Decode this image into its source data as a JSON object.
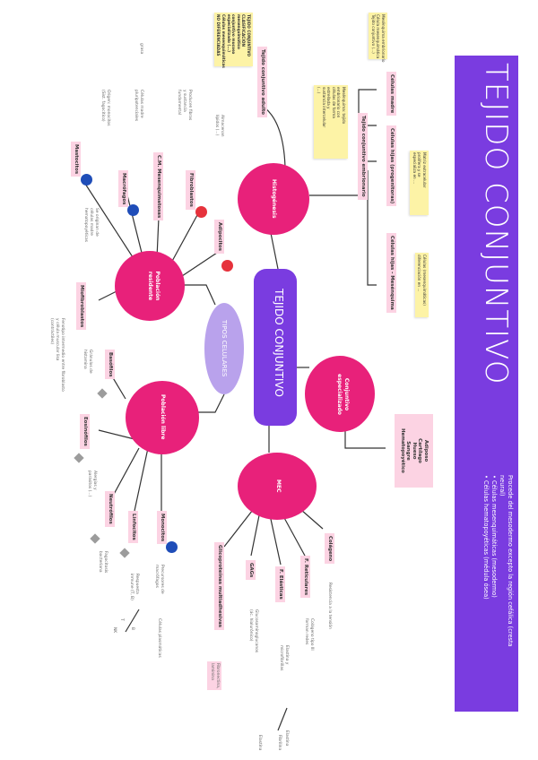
{
  "title": "TEJIDO CONJUNTIVO",
  "center": "TEJIDO CONJUNTIVO",
  "types_label": "TIPOS CELULARES",
  "colors": {
    "accent": "#7a3ce0",
    "node": "#e8217a",
    "label_bg": "#fcd3e3",
    "note_bg": "#fdf3a6"
  },
  "origin": {
    "line1": "Procede del mesodermo excepto la región cefálica (cresta",
    "line2": "neural)",
    "b1": "• Células mesenquimáticas (mesodermo)",
    "b2": "• Células hematopoyéticas (médula ósea)"
  },
  "histogenesis": {
    "node": "Histogénesis",
    "tejido_adulto": "Tejido conjuntivo adulto",
    "tej_embrionario": "Tejido conjuntivo embrionario",
    "celulas_madre": "Células madre",
    "celulas_hijas": "Células hijas (progenitoras)",
    "celulas_hijas_2": "Células hijas - Mesénquima",
    "yn_embrionario": [
      "Mesénquima: tejido",
      "embrionario con",
      "células de forma",
      "estrellada y",
      "sustancia intercelular",
      "(...)"
    ],
    "yn_madre": [
      "Mesénquima embrionario",
      "Célula mesenquimática",
      "Tejido conjuntivo (...)"
    ],
    "yn_hijas": [
      "Matriz extracelular",
      "prolifera y se",
      "especializa en ..."
    ],
    "yn_hijas2": [
      "Células (mesenquimáticas)",
      "diferenciación en ..."
    ],
    "yn_left": [
      "TEJIDO CONJUNTIVO",
      "CLASIFICACIÓN",
      "mesenquimático",
      "conjuntivo mucoso",
      "especializado (...)",
      "Células mesenquimáticas",
      "NO DIFERENCIADAS"
    ]
  },
  "residente": {
    "node": "Población residente",
    "mastocitos": "Mastocitos",
    "mastocitos_note": [
      "Se originan de",
      "células madre",
      "hematopoyéticas"
    ],
    "macrofagos": "Macrófagos",
    "macrofagos_note": [
      "Origen: monocitos",
      "(Sist. fagocítico)"
    ],
    "cm_mesenquimatosas": "C.M. Mesenquimatosas",
    "cm_note": [
      "Células madre",
      "pluripotenciales"
    ],
    "fibroblastos": "Fibroblastos",
    "fibro_note": [
      "Producen fibras",
      "y sustancia",
      "fundamental"
    ],
    "adipocitos": "Adipocitos",
    "adipo_note": [
      "Almacenan",
      "lípidos (...)"
    ],
    "miofibroblastos": "Miofibroblastos",
    "miofibro_note": [
      "Fenotipo intermedio entre fibroblasto",
      "y célula muscular lisa",
      "(contráctiles)"
    ],
    "top_note": "grasa"
  },
  "libre": {
    "node": "Población libre",
    "basofilos": "Basófilos",
    "basofilos_note": [
      "Gránulos de",
      "histamina"
    ],
    "eosinofilos": "Eosinófilos",
    "eos_note": [
      "Alergias y",
      "parásitos (...)"
    ],
    "neutrofilos": "Neutrófilos",
    "neu_note": [
      "Fagocitosis",
      "bacteriana"
    ],
    "linfocitos": "Linfocitos",
    "linfo_note": [
      "Respuesta",
      "inmune (T, B)"
    ],
    "monocitos": "Monocitos",
    "mono_note": [
      "Precursores de",
      "macrófagos"
    ],
    "sub1": "T",
    "sub2": "B",
    "sub3": "NK",
    "sub4": "Células plasmáticas"
  },
  "mec": {
    "node": "MEC",
    "colageno": "Colágeno",
    "colageno_note": [
      "Resistencia a la tensión"
    ],
    "reticulares": "F. Reticulares",
    "reticulares_note": [
      "Colágeno tipo III",
      "forman redes"
    ],
    "elasticas": "F. Elásticas",
    "elasticas_note": [
      "Elastina y",
      "microfibrillas"
    ],
    "gags": "GAGs",
    "gags_note": [
      "Glucosaminoglucanos",
      "(ác. hialurónico)"
    ],
    "glico": "Glicoproteínas multiadhesivas",
    "glico_note": [
      "Fibronectina,",
      "laminina"
    ],
    "sub1": "Elastina",
    "sub2": "Fibrilina",
    "sub3": "Elastina"
  },
  "especializado": {
    "node": "Conjuntivo especializado",
    "list": [
      "Adiposo",
      "Cartílago",
      "Hueso",
      "Sangre",
      "Hematopoyético"
    ]
  }
}
